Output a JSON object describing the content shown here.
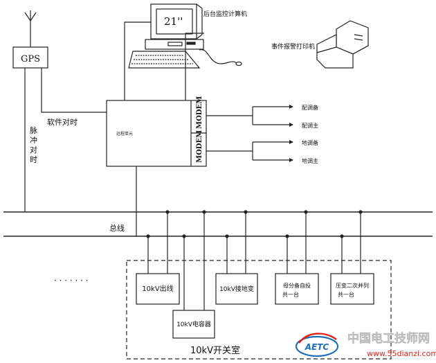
{
  "labels": {
    "gps": "GPS",
    "monitor_size": "21''",
    "backend_pc": "后台监控计算机",
    "event_printer": "事件报警打印机",
    "software_sync": "软件对时",
    "pulse_sync": "脉冲对时",
    "comm_unit": "远程单元",
    "modem_1": "MODEM",
    "modem_2": "MODEM",
    "dispatch_backup": "配调备",
    "dispatch_main": "配调主",
    "regional_backup": "地调备",
    "regional_main": "地调主",
    "bus": "总线",
    "ellipsis": "· · · · · · ·",
    "feeder": "10kV出线",
    "capacitor": "10kV电容器",
    "grounding": "10kV接地变",
    "auto_switch": "母分备自投",
    "auto_switch_2": "共一台",
    "pt_parallel": "压变二次并列",
    "pt_parallel_2": "共一台",
    "switch_room": "10kV开关室"
  },
  "watermark": {
    "brand": "中国电工技师网",
    "logo": "AETC",
    "url": "www.55dianzi.com"
  },
  "colors": {
    "line": "#222222",
    "watermark_red": "#e2231a",
    "watermark_logo": "#1f6fb8"
  }
}
